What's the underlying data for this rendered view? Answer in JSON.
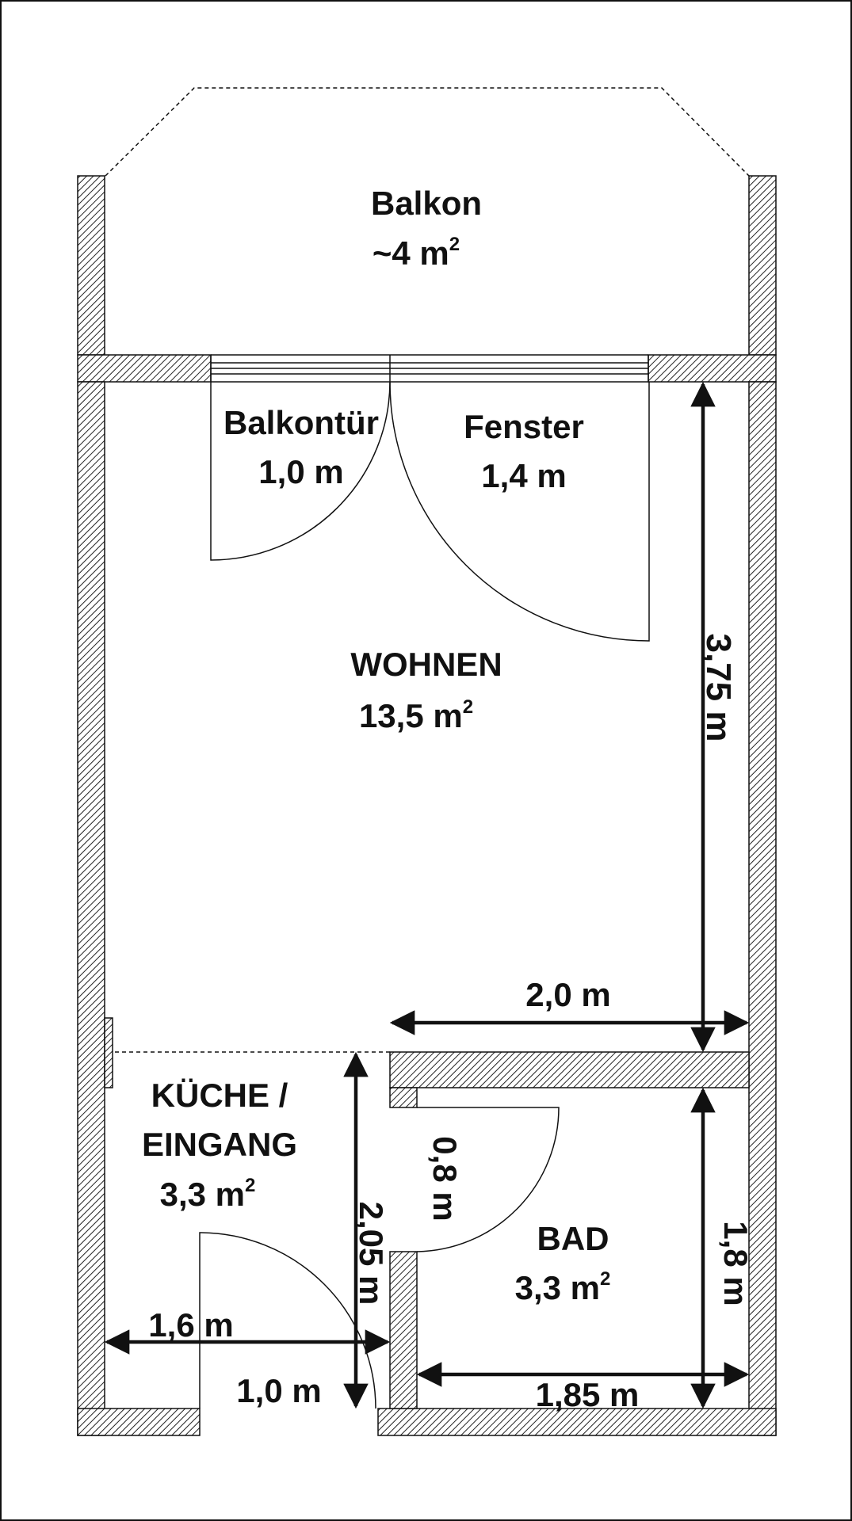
{
  "rooms": {
    "balkon": {
      "name": "Balkon",
      "area": "~4 m",
      "unit_sup": "2"
    },
    "wohnen": {
      "name": "WOHNEN",
      "area": "13,5 m",
      "unit_sup": "2"
    },
    "kueche": {
      "name_line1": "KÜCHE /",
      "name_line2": "EINGANG",
      "area": "3,3 m",
      "unit_sup": "2"
    },
    "bad": {
      "name": "BAD",
      "area": "3,3 m",
      "unit_sup": "2"
    }
  },
  "openings": {
    "balkontuer": {
      "name": "Balkontür",
      "width": "1,0 m"
    },
    "fenster": {
      "name": "Fenster",
      "width": "1,4 m"
    },
    "bad_door": {
      "width": "0,8 m"
    },
    "entrance_door": {
      "width": "1,0 m"
    }
  },
  "dimensions": {
    "wohnen_height": "3,75 m",
    "wohnen_width_lower": "2,0 m",
    "kueche_height": "2,05 m",
    "kueche_width": "1,6 m",
    "bad_height": "1,8 m",
    "bad_width": "1,85 m"
  },
  "colors": {
    "line": "#111111",
    "background": "#ffffff"
  }
}
